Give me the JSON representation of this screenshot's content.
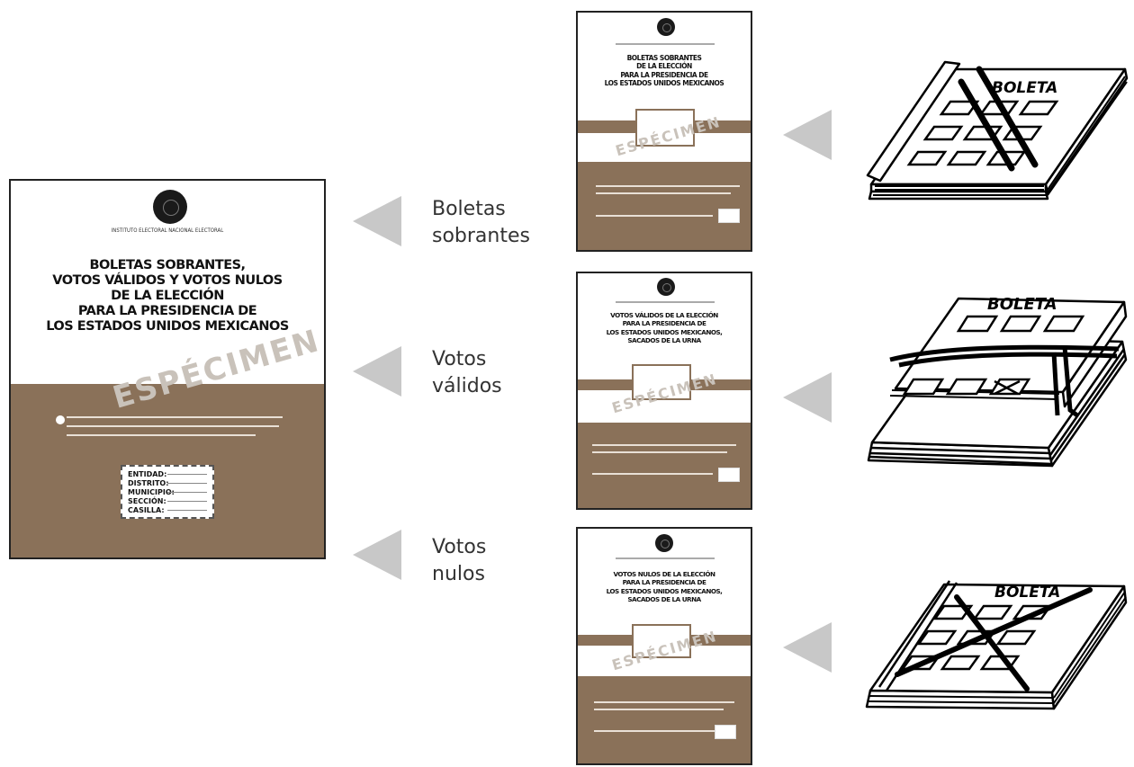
{
  "main_envelope": {
    "title_lines": [
      "BOLETAS SOBRANTES,",
      "VOTOS VÁLIDOS Y VOTOS NULOS",
      "DE LA ELECCIÓN",
      "PARA LA PRESIDENCIA DE",
      "LOS ESTADOS UNIDOS MEXICANOS"
    ],
    "organization": "INSTITUTO ELECTORAL NACIONAL ELECTORAL",
    "watermark": "ESPÉCIMEN",
    "box_rows": [
      "ENTIDAD:",
      "DISTRITO:",
      "MUNICIPIO:",
      "SECCIÓN:",
      "CASILLA:"
    ]
  },
  "labels": {
    "boletas": [
      "Boletas",
      "sobrantes"
    ],
    "validos": [
      "Votos",
      "válidos"
    ],
    "nulos": [
      "Votos",
      "nulos"
    ]
  },
  "small_envelopes": [
    {
      "title_lines": [
        "BOLETAS SOBRANTES",
        "DE LA ELECCIÓN",
        "PARA LA PRESIDENCIA DE",
        "LOS ESTADOS UNIDOS MEXICANOS"
      ],
      "watermark": "ESPÉCIMEN"
    },
    {
      "title_lines": [
        "VOTOS VÁLIDOS DE LA ELECCIÓN",
        "PARA LA PRESIDENCIA DE",
        "LOS ESTADOS UNIDOS MEXICANOS,",
        "SACADOS DE LA URNA"
      ],
      "watermark": "ESPÉCIMEN"
    },
    {
      "title_lines": [
        "VOTOS NULOS DE LA ELECCIÓN",
        "PARA LA PRESIDENCIA DE",
        "LOS ESTADOS UNIDOS MEXICANOS,",
        "SACADOS DE LA URNA"
      ],
      "watermark": "ESPÉCIMEN"
    }
  ],
  "ballots": {
    "top": "BOLETA",
    "middle": "BOLETA",
    "bottom": "BOLETA"
  },
  "colors": {
    "envelope_brown": "#8a7159",
    "arrow_gray": "#c8c8c8"
  }
}
